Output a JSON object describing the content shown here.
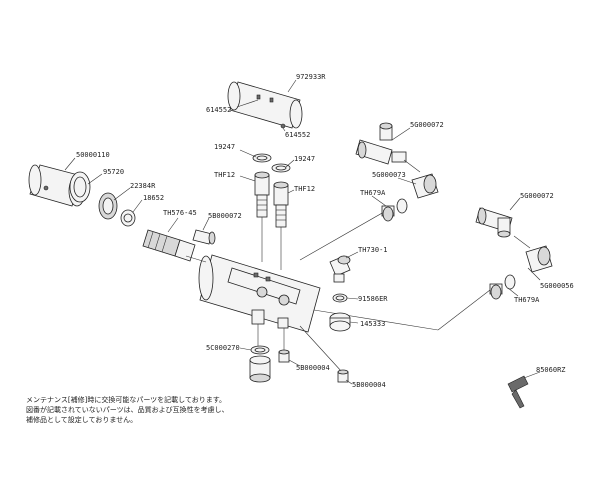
{
  "parts": {
    "p972933r": "972933R",
    "p614552a": "614552",
    "p614552b": "614552",
    "p5g000072a": "5G000072",
    "p5g000072b": "5G000072",
    "p5g000073": "5G000073",
    "pth679a_a": "TH679A",
    "pth679a_b": "TH679A",
    "p50000110": "50000110",
    "p95720": "95720",
    "p22384r": "22384R",
    "p18652": "18652",
    "pth576_45": "TH576-45",
    "p5b000072": "5B000072",
    "p19247a": "19247",
    "p19247b": "19247",
    "pthf12a": "THF12",
    "pthf12b": "THF12",
    "pth730_1": "TH730-1",
    "p91586er": "91586ER",
    "p145333": "145333",
    "p5g000056": "5G000056",
    "p5c000270": "5C000270",
    "p5b000004a": "5B000004",
    "p5b000004b": "5B000004",
    "p85060rz": "85060RZ"
  },
  "note": {
    "line1": "メンテナンス[補修]時に交換可能なパーツを記載しております。",
    "line2": "図番が記載されていないパーツは、品質および互換性を考慮し、",
    "line3": "補修品として設定しておりません。"
  }
}
